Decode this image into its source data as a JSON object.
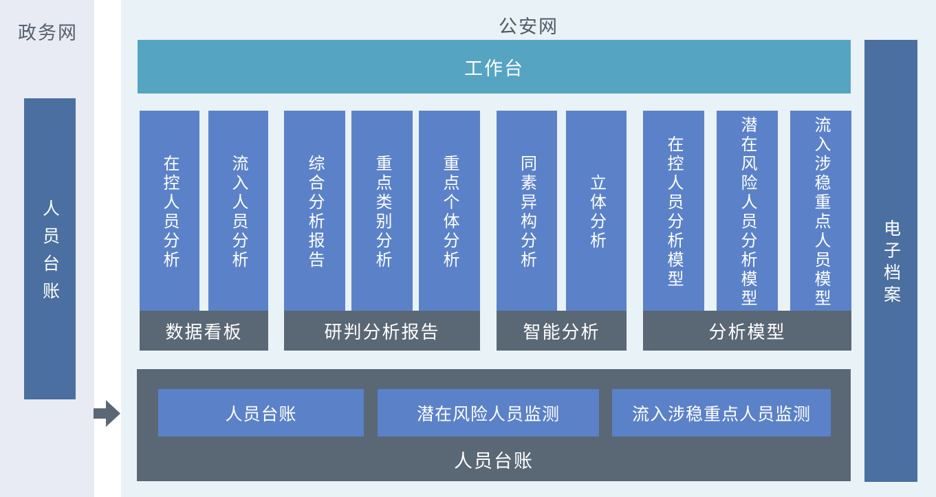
{
  "colors": {
    "left_zone_bg": "#e8ebf3",
    "main_zone_bg": "#e9f2f7",
    "gap_bg": "#ffffff",
    "workbench_teal": "#55a4c2",
    "module_blue": "#5b82c8",
    "tall_bar_blue": "#4a6fa0",
    "dark_slate": "#5a6775",
    "zone_title_text": "#545e6c",
    "white_text": "#ffffff"
  },
  "left_zone": {
    "title": "政务网",
    "bar_label": "人员台账"
  },
  "main_zone": {
    "title": "公安网",
    "workbench_label": "工作台",
    "groups": [
      {
        "label": "数据看板",
        "columns": [
          "在控人员分析",
          "流入人员分析"
        ]
      },
      {
        "label": "研判分析报告",
        "columns": [
          "综合分析报告",
          "重点类别分析",
          "重点个体分析"
        ]
      },
      {
        "label": "智能分析",
        "columns": [
          "同素异构分析",
          "立体分析"
        ]
      },
      {
        "label": "分析模型",
        "columns": [
          "在控人员分析模型",
          "潜在风险人员分析模型",
          "流入涉稳重点人员模型"
        ]
      }
    ],
    "bottom_box": {
      "label": "人员台账",
      "buttons": [
        "人员台账",
        "潜在风险人员监测",
        "流入涉稳重点人员监测"
      ]
    },
    "right_bar_label": "电子档案"
  }
}
